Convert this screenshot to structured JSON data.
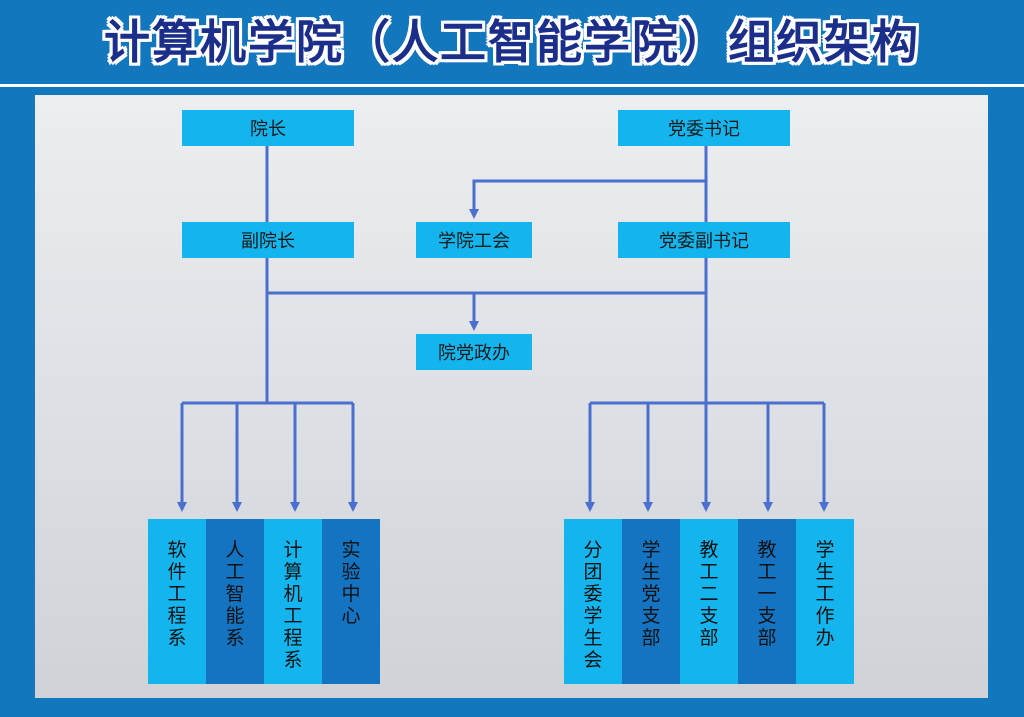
{
  "title": "计算机学院（人工智能学院）组织架构",
  "colors": {
    "background": "#1178be",
    "box_light": "#14b5ee",
    "box_dark": "#1474c2",
    "line": "#4a6fcf",
    "title": "#1b2f8a"
  },
  "nodes": {
    "dean": "院长",
    "vice_dean": "副院长",
    "party_secretary": "党委书记",
    "party_vice_secretary": "党委副书记",
    "union": "学院工会",
    "office": "院党政办"
  },
  "left_units": [
    {
      "label": "软件工程系"
    },
    {
      "label": "人工智能系"
    },
    {
      "label": "计算机工程系"
    },
    {
      "label": "实验中心"
    }
  ],
  "right_units": [
    {
      "label": "分团委学生会"
    },
    {
      "label": "学生党支部"
    },
    {
      "label": "教工二支部"
    },
    {
      "label": "教工一支部"
    },
    {
      "label": "学生工作办"
    }
  ]
}
